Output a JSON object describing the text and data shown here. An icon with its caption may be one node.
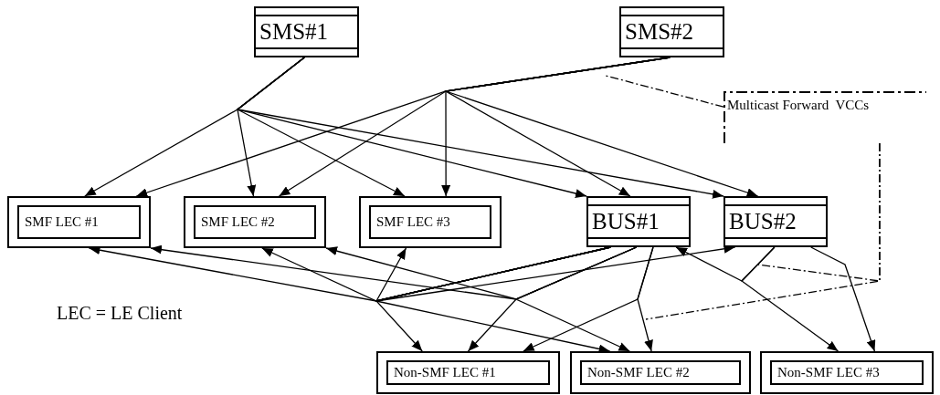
{
  "diagram": {
    "nodes": [
      {
        "text": [
          "SMS#1"
        ]
      },
      {
        "text": [
          "SMS#2"
        ]
      },
      {
        "text": [
          "SMF LEC #1"
        ]
      },
      {
        "text": [
          "SMF LEC #2"
        ]
      },
      {
        "text": [
          "SMF LEC #3"
        ]
      },
      {
        "text": [
          "BUS#1"
        ]
      },
      {
        "text": [
          "BUS#2"
        ]
      },
      {
        "text": [
          "Non-SMF LEC #1"
        ]
      },
      {
        "text": [
          "Non-SMF LEC #2"
        ]
      },
      {
        "text": [
          "Non-SMF LEC #3"
        ]
      },
      {
        "text": [
          "Multicast Forward  VCCs"
        ]
      }
    ],
    "edges": [
      {
        "from": 0,
        "to": 2,
        "arrow": "to"
      },
      {
        "from": 0,
        "to": 3,
        "arrow": "to"
      },
      {
        "from": 0,
        "to": 4,
        "arrow": "to"
      },
      {
        "from": 0,
        "to": 5,
        "arrow": "to"
      },
      {
        "from": 0,
        "to": 6,
        "arrow": "to"
      },
      {
        "from": 1,
        "to": 2,
        "arrow": "to"
      },
      {
        "from": 1,
        "to": 3,
        "arrow": "to"
      },
      {
        "from": 1,
        "to": 4,
        "arrow": "to"
      },
      {
        "from": 1,
        "to": 5,
        "arrow": "to"
      },
      {
        "from": 1,
        "to": 6,
        "arrow": "to"
      },
      {
        "from": 5,
        "to": 2,
        "arrow": "to"
      },
      {
        "from": 5,
        "to": 3,
        "arrow": "to"
      },
      {
        "from": 5,
        "to": 4,
        "arrow": "to"
      },
      {
        "from": 5,
        "to": 7,
        "arrow": "to"
      },
      {
        "from": 5,
        "to": 8,
        "arrow": "to"
      },
      {
        "from": 5,
        "to": 6,
        "arrow": "to"
      },
      {
        "from": 5,
        "to": 2,
        "arrow": "to"
      },
      {
        "from": 5,
        "to": 3,
        "arrow": "to"
      },
      {
        "from": 5,
        "to": 7,
        "arrow": "to"
      },
      {
        "from": 5,
        "to": 8,
        "arrow": "to"
      },
      {
        "from": 5,
        "to": 7,
        "arrow": "to"
      },
      {
        "from": 5,
        "to": 8,
        "arrow": "to"
      },
      {
        "from": 6,
        "to": 5,
        "arrow": "to"
      },
      {
        "from": 6,
        "to": 9,
        "arrow": "to"
      },
      {
        "from": 6,
        "to": 9,
        "arrow": "to"
      },
      {
        "from": 10,
        "to": null,
        "arrow": "none",
        "style": "dashed"
      },
      {
        "from": 10,
        "to": null,
        "arrow": "none",
        "style": "dashed"
      },
      {
        "from": 10,
        "to": null,
        "arrow": "none",
        "style": "dashed"
      }
    ],
    "labels": [
      "LEC = LE Client"
    ]
  }
}
